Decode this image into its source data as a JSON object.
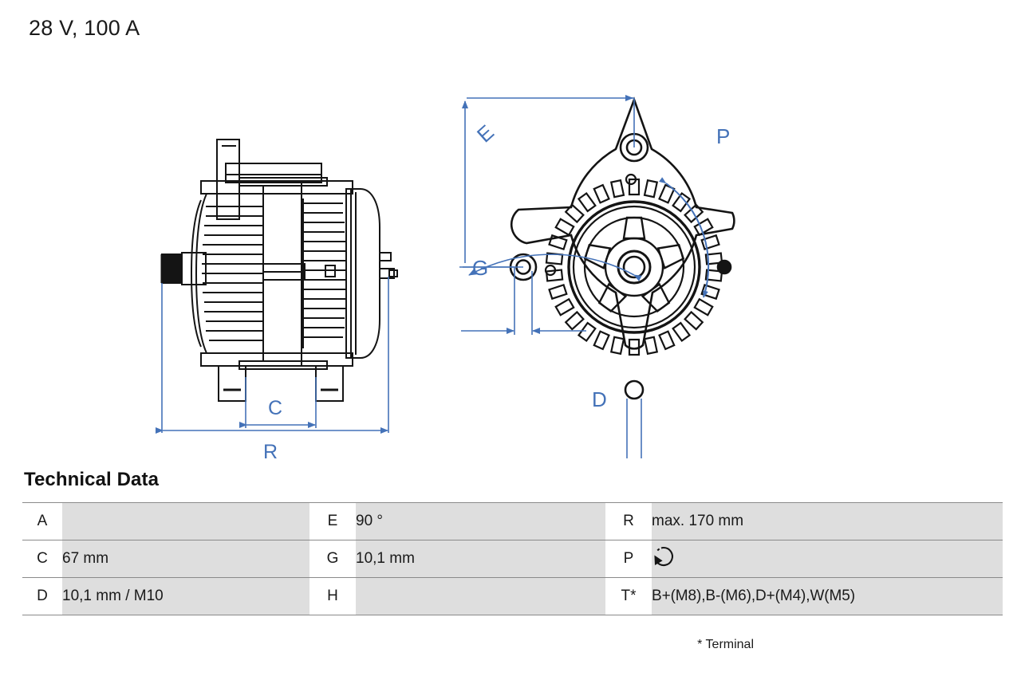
{
  "page": {
    "title": "28 V, 100 A"
  },
  "technical_data": {
    "heading": "Technical Data",
    "rows": [
      {
        "col1": {
          "label": "A",
          "value": ""
        },
        "col2": {
          "label": "E",
          "value": "90 °"
        },
        "col3": {
          "label": "R",
          "value": "max. 170 mm"
        }
      },
      {
        "col1": {
          "label": "C",
          "value": "67 mm"
        },
        "col2": {
          "label": "G",
          "value": "10,1 mm"
        },
        "col3": {
          "label": "P",
          "value": "",
          "icon": "rotation-ccw-icon"
        }
      },
      {
        "col1": {
          "label": "D",
          "value": "10,1 mm / M10"
        },
        "col2": {
          "label": "H",
          "value": ""
        },
        "col3": {
          "label": "T*",
          "value": "B+(M8),B-(M6),D+(M4),W(M5)"
        }
      }
    ],
    "footnote": "* Terminal"
  },
  "drawings": {
    "side_view": {
      "name": "alternator-side-view",
      "dimension_labels": [
        {
          "id": "C",
          "text": "C"
        },
        {
          "id": "R",
          "text": "R"
        }
      ]
    },
    "front_view": {
      "name": "alternator-front-view",
      "dimension_labels": [
        {
          "id": "E",
          "text": "E"
        },
        {
          "id": "G",
          "text": "G"
        },
        {
          "id": "D",
          "text": "D"
        },
        {
          "id": "P",
          "text": "P"
        }
      ]
    }
  },
  "colors": {
    "dimension_blue": "#4472b8",
    "line_black": "#141414",
    "table_cell_gray": "#dedede",
    "table_border_gray": "#8a8a8a"
  }
}
